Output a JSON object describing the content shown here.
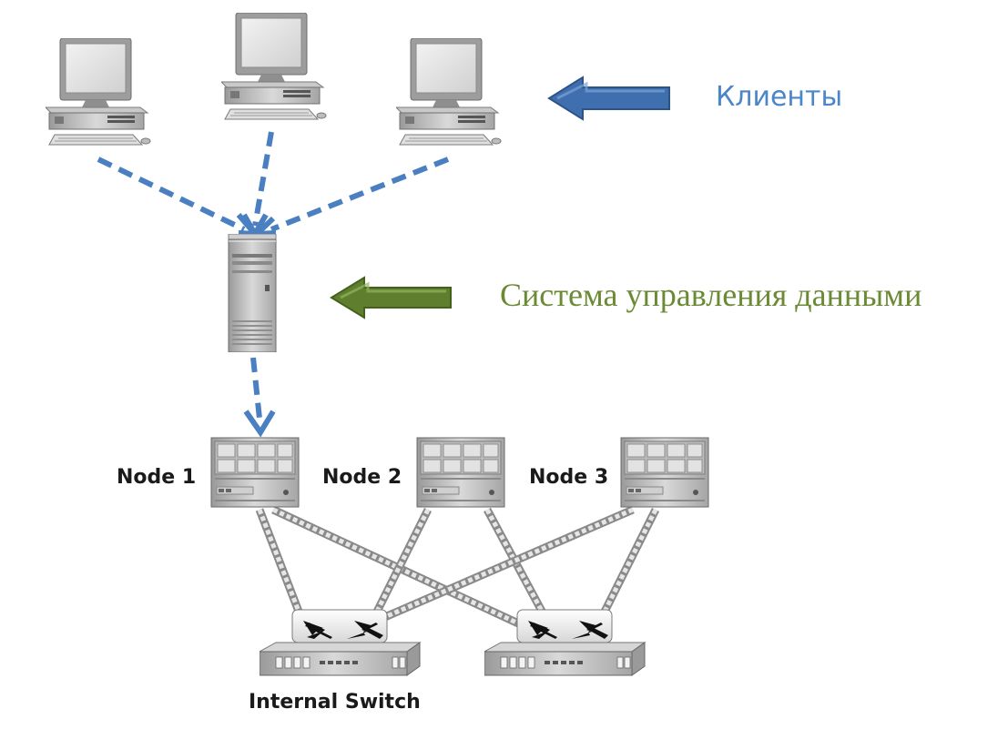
{
  "labels": {
    "clients": "Клиенты",
    "data_management_system": "Система управления данными",
    "nodes": [
      "Node 1",
      "Node 2",
      "Node 3"
    ],
    "internal_switch": "Internal Switch"
  },
  "colors": {
    "clients_text": "#4a86c8",
    "clients_arrow": "#3f6fae",
    "dms_text": "#6b8a34",
    "dms_arrow": "#5f7f2e",
    "dashed_links": "#4a7fc1"
  },
  "icons": {
    "client": "desktop-computer-icon",
    "server": "tower-server-icon",
    "node": "rack-server-icon",
    "switch": "network-switch-icon"
  }
}
